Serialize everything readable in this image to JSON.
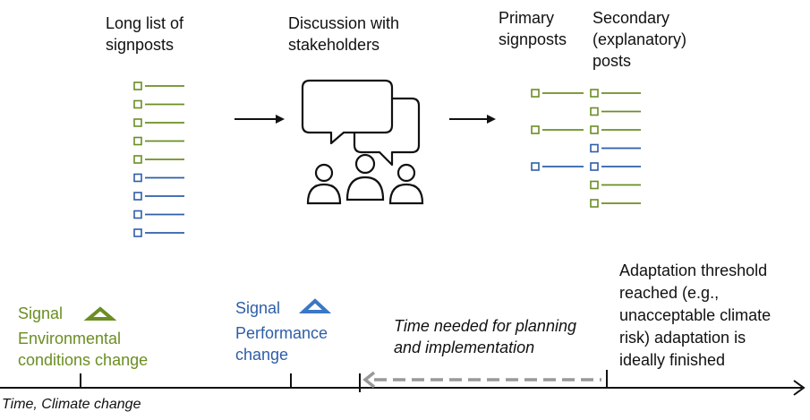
{
  "top": {
    "long_list_label": "Long list of\nsignposts",
    "discussion_label": "Discussion with\nstakeholders",
    "primary_label": "Primary\nsignposts",
    "secondary_label": "Secondary\n(explanatory)\nposts",
    "long_list_items": [
      "green",
      "green",
      "green",
      "green",
      "green",
      "blue",
      "blue",
      "blue",
      "blue"
    ],
    "primary_items": [
      "green",
      "green",
      "blue"
    ],
    "secondary_items": [
      "green",
      "green",
      "green",
      "blue",
      "blue",
      "green",
      "green"
    ]
  },
  "timeline": {
    "axis_label": "Time, Climate change",
    "signal1_label": "Signal",
    "signal1_desc": "Environmental\nconditions change",
    "signal2_label": "Signal",
    "signal2_desc": "Performance\nchange",
    "planning_label": "Time needed for planning\nand implementation",
    "threshold_label": "Adaptation threshold\nreached (e.g.,\nunacceptable climate\nrisk) adaptation is\nideally finished"
  },
  "colors": {
    "green": "#6b8e23",
    "blue": "#2e5ea8",
    "gray": "#999999",
    "black": "#111111"
  }
}
